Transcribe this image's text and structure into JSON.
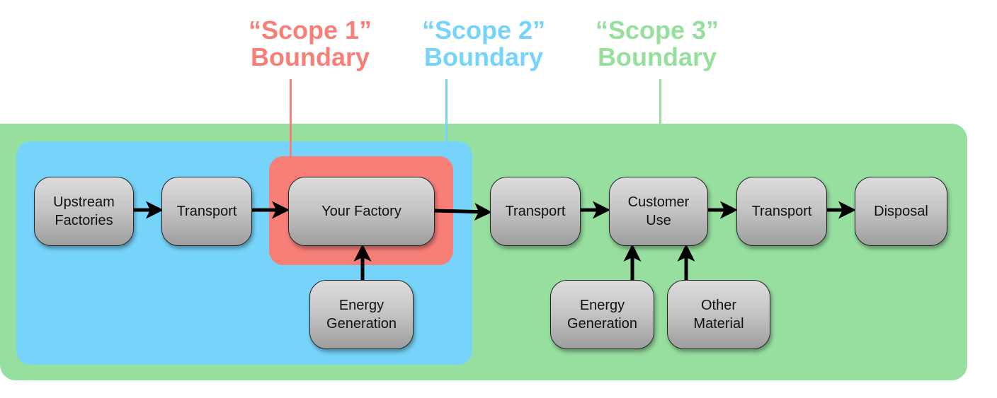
{
  "colors": {
    "scope1": "#f77f78",
    "scope2": "#76d4fb",
    "scope3": "#96df9f",
    "arrow": "#000000"
  },
  "labels": {
    "scope1": {
      "line1": "“Scope 1”",
      "line2": "Boundary"
    },
    "scope2": {
      "line1": "“Scope 2”",
      "line2": "Boundary"
    },
    "scope3": {
      "line1": "“Scope 3”",
      "line2": "Boundary"
    }
  },
  "nodes": {
    "upstream_factories": "Upstream Factories",
    "transport_1": "Transport",
    "your_factory": "Your Factory",
    "energy_generation_1": "Energy Generation",
    "transport_2": "Transport",
    "customer_use": "Customer Use",
    "energy_generation_2": "Energy Generation",
    "other_material": "Other Material",
    "transport_3": "Transport",
    "disposal": "Disposal"
  },
  "edges": [
    [
      "upstream_factories",
      "transport_1"
    ],
    [
      "transport_1",
      "your_factory"
    ],
    [
      "energy_generation_1",
      "your_factory"
    ],
    [
      "your_factory",
      "transport_2"
    ],
    [
      "transport_2",
      "customer_use"
    ],
    [
      "energy_generation_2",
      "customer_use"
    ],
    [
      "other_material",
      "customer_use"
    ],
    [
      "customer_use",
      "transport_3"
    ],
    [
      "transport_3",
      "disposal"
    ]
  ]
}
